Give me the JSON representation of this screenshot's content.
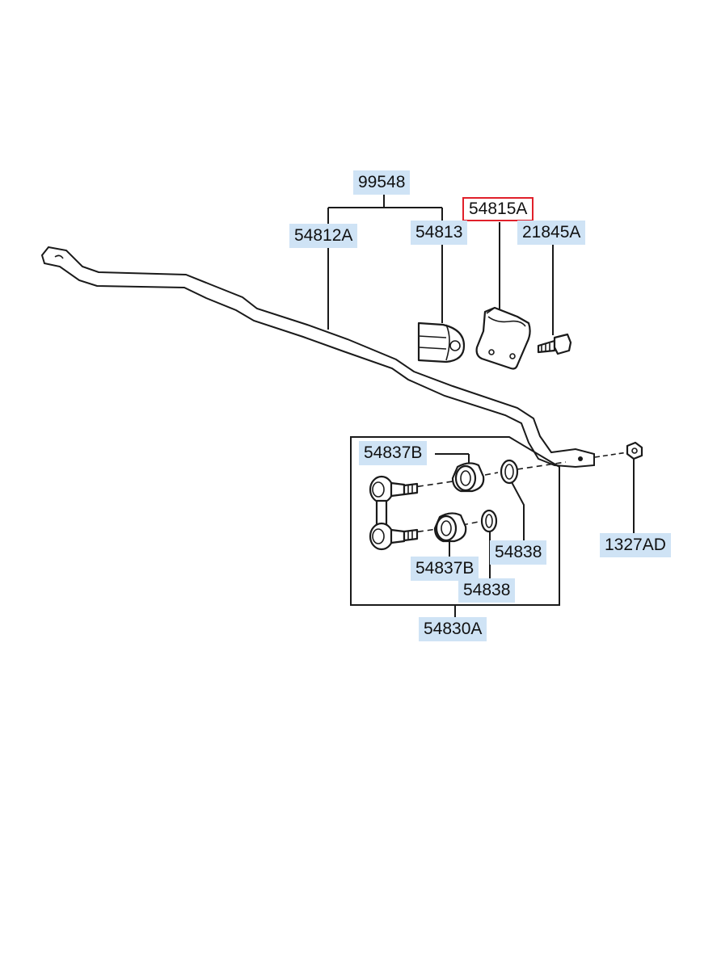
{
  "labels": {
    "l_99548": "99548",
    "l_54815A": "54815A",
    "l_54812A": "54812A",
    "l_54813": "54813",
    "l_21845A": "21845A",
    "l_54837B_top": "54837B",
    "l_54838_right": "54838",
    "l_1327AD": "1327AD",
    "l_54837B_bottom": "54837B",
    "l_54838_bottom": "54838",
    "l_54830A": "54830A"
  },
  "selected_part": "54815A",
  "colors": {
    "label_highlight": "#cfe3f5",
    "selected_border": "#e0202a",
    "line": "#1a1a1a"
  }
}
